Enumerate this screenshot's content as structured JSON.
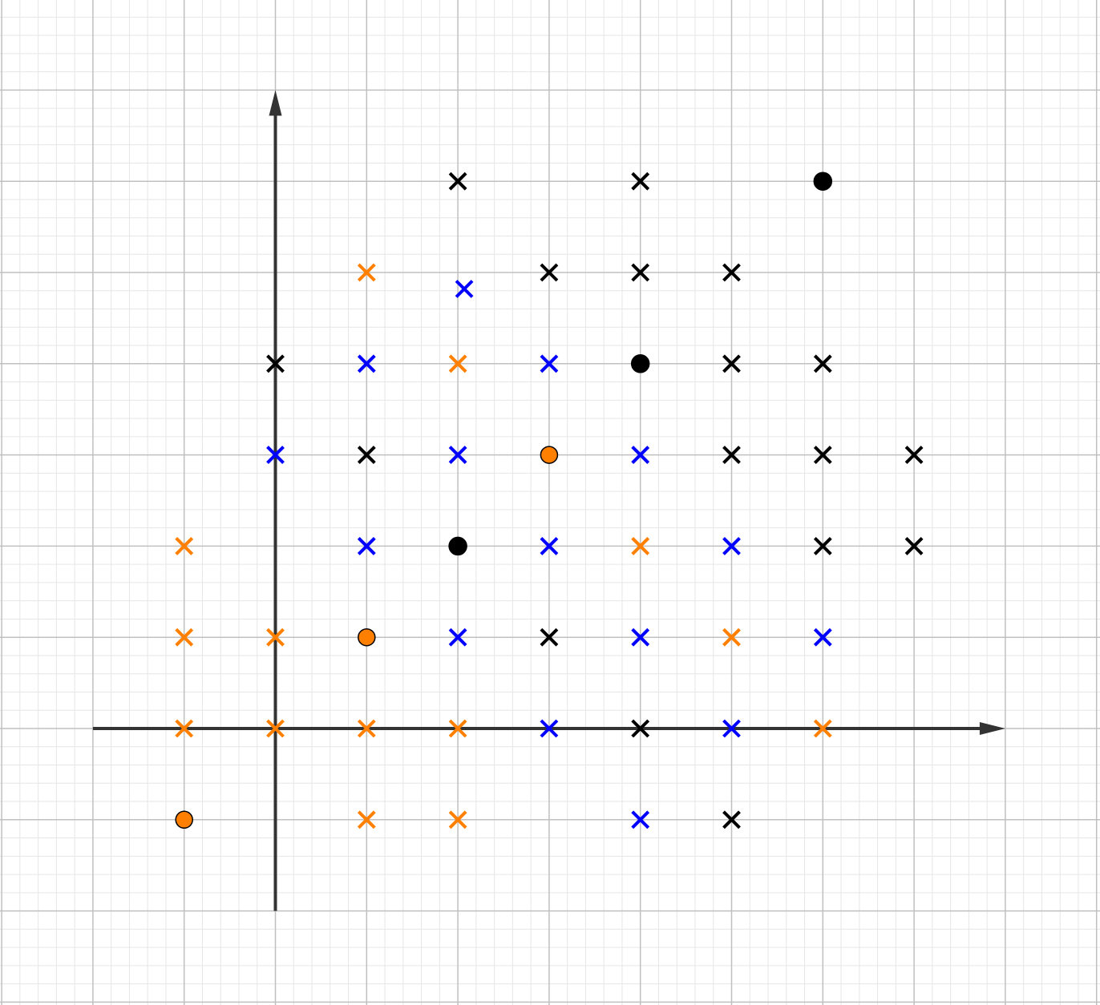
{
  "chart_data": {
    "type": "scatter",
    "title": "",
    "xlabel": "",
    "ylabel": "",
    "grid": true,
    "minor_grid_per_unit": 5,
    "xlim": [
      -3,
      9.2
    ],
    "ylim": [
      -3,
      8
    ],
    "axes": {
      "x_from": -2,
      "x_to": 8,
      "y_from": -2,
      "y_to": 7
    },
    "colors": {
      "orange": "#ff8000",
      "blue": "#0000ff",
      "black": "#000000",
      "axis": "#333333",
      "major_grid": "#c0c0c0",
      "minor_grid": "#e6e6e6"
    },
    "series": [
      {
        "color": "orange",
        "marker": "cross",
        "points": [
          [
            -1,
            2
          ],
          [
            -1,
            1
          ],
          [
            -1,
            0
          ],
          [
            0,
            1
          ],
          [
            0,
            0
          ],
          [
            1,
            5
          ],
          [
            1,
            0
          ],
          [
            1,
            -1
          ],
          [
            2,
            4
          ],
          [
            2,
            0
          ],
          [
            2,
            -1
          ],
          [
            4,
            2
          ],
          [
            5,
            1
          ],
          [
            6,
            0
          ]
        ]
      },
      {
        "color": "orange",
        "marker": "dot",
        "points": [
          [
            -1,
            -1
          ],
          [
            1,
            1
          ],
          [
            3,
            3
          ]
        ]
      },
      {
        "color": "blue",
        "marker": "cross",
        "points": [
          [
            2.07,
            4.82
          ],
          [
            1,
            4
          ],
          [
            3,
            4
          ],
          [
            0,
            3
          ],
          [
            2,
            3
          ],
          [
            4,
            3
          ],
          [
            1,
            2
          ],
          [
            3,
            2
          ],
          [
            5,
            2
          ],
          [
            2,
            1
          ],
          [
            4,
            1
          ],
          [
            6,
            1
          ],
          [
            3,
            0
          ],
          [
            5,
            0
          ],
          [
            4,
            -1
          ]
        ]
      },
      {
        "color": "black",
        "marker": "cross",
        "points": [
          [
            2,
            6
          ],
          [
            4,
            6
          ],
          [
            3,
            5
          ],
          [
            4,
            5
          ],
          [
            5,
            5
          ],
          [
            0,
            4
          ],
          [
            5,
            4
          ],
          [
            6,
            4
          ],
          [
            1,
            3
          ],
          [
            5,
            3
          ],
          [
            6,
            3
          ],
          [
            7,
            3
          ],
          [
            6,
            2
          ],
          [
            7,
            2
          ],
          [
            3,
            1
          ],
          [
            4,
            0
          ],
          [
            5,
            -1
          ]
        ]
      },
      {
        "color": "black",
        "marker": "dot",
        "points": [
          [
            6,
            6
          ],
          [
            4,
            4
          ],
          [
            2,
            2
          ]
        ]
      }
    ]
  }
}
